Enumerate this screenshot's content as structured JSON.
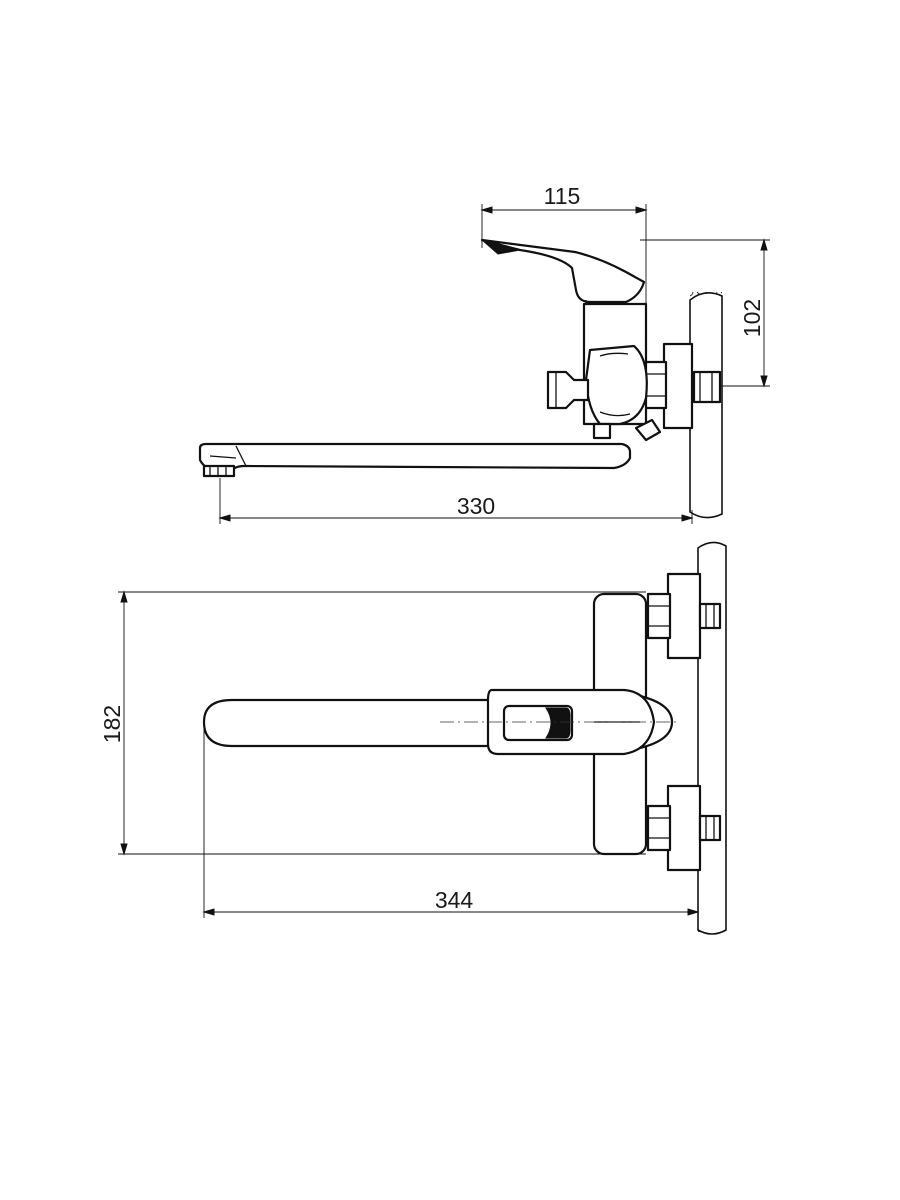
{
  "dimensions": {
    "lever_length": "115",
    "lever_height": "102",
    "spout_projection": "330",
    "fitting_height": "182",
    "overall_projection": "344"
  }
}
